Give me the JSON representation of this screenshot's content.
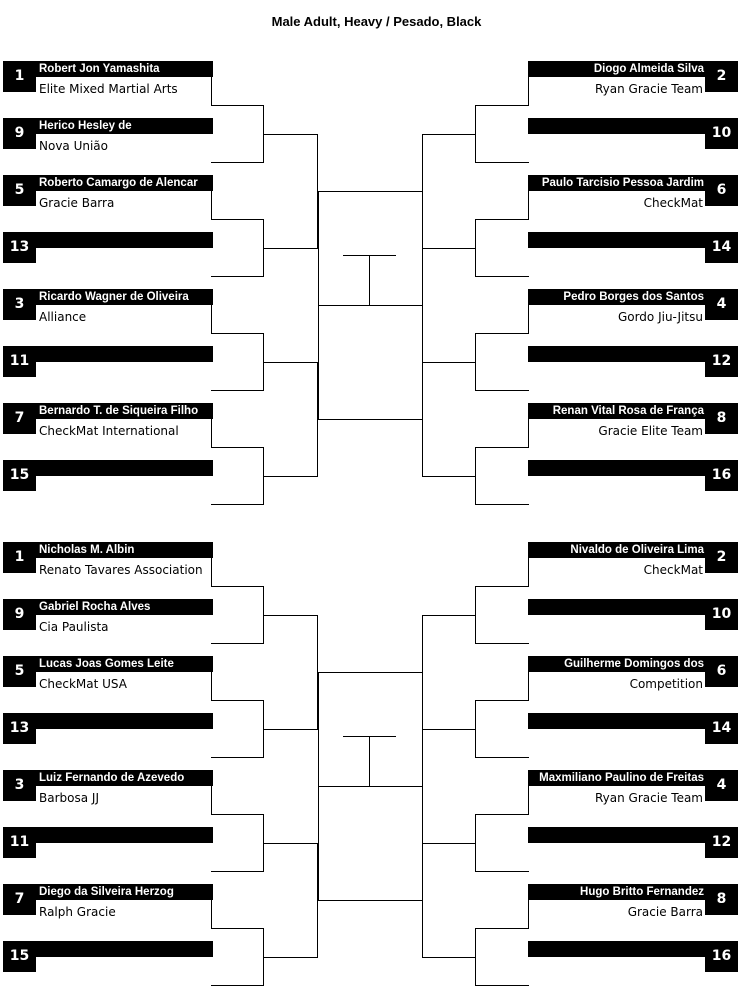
{
  "title": "Male Adult, Heavy / Pesado, Black",
  "brackets": [
    {
      "left": [
        {
          "seed": "1",
          "name": "Robert Jon Yamashita",
          "team": "Elite Mixed Martial Arts"
        },
        {
          "seed": "9",
          "name": "Herico Hesley de",
          "team": "Nova União"
        },
        {
          "seed": "5",
          "name": "Roberto Camargo de Alencar",
          "team": "Gracie Barra"
        },
        {
          "seed": "13",
          "name": "",
          "team": ""
        },
        {
          "seed": "3",
          "name": "Ricardo Wagner de Oliveira",
          "team": "Alliance"
        },
        {
          "seed": "11",
          "name": "",
          "team": ""
        },
        {
          "seed": "7",
          "name": "Bernardo T. de Siqueira Filho",
          "team": "CheckMat International"
        },
        {
          "seed": "15",
          "name": "",
          "team": ""
        }
      ],
      "right": [
        {
          "seed": "2",
          "name": "Diogo Almeida Silva",
          "team": "Ryan Gracie Team"
        },
        {
          "seed": "10",
          "name": "",
          "team": ""
        },
        {
          "seed": "6",
          "name": "Paulo Tarcisio  Pessoa Jardim",
          "team": "CheckMat"
        },
        {
          "seed": "14",
          "name": "",
          "team": ""
        },
        {
          "seed": "4",
          "name": "Pedro Borges dos Santos",
          "team": "Gordo Jiu-Jitsu"
        },
        {
          "seed": "12",
          "name": "",
          "team": ""
        },
        {
          "seed": "8",
          "name": "Renan Vital Rosa de França",
          "team": "Gracie Elite Team"
        },
        {
          "seed": "16",
          "name": "",
          "team": ""
        }
      ]
    },
    {
      "left": [
        {
          "seed": "1",
          "name": "Nicholas M. Albin",
          "team": "Renato Tavares Association"
        },
        {
          "seed": "9",
          "name": "Gabriel Rocha Alves",
          "team": "Cia Paulista"
        },
        {
          "seed": "5",
          "name": "Lucas Joas Gomes Leite",
          "team": "CheckMat USA"
        },
        {
          "seed": "13",
          "name": "",
          "team": ""
        },
        {
          "seed": "3",
          "name": "Luiz Fernando de Azevedo",
          "team": "Barbosa JJ"
        },
        {
          "seed": "11",
          "name": "",
          "team": ""
        },
        {
          "seed": "7",
          "name": "Diego da Silveira Herzog",
          "team": "Ralph Gracie"
        },
        {
          "seed": "15",
          "name": "",
          "team": ""
        }
      ],
      "right": [
        {
          "seed": "2",
          "name": "Nivaldo de Oliveira Lima",
          "team": "CheckMat"
        },
        {
          "seed": "10",
          "name": "",
          "team": ""
        },
        {
          "seed": "6",
          "name": "Guilherme Domingos dos",
          "team": "Competition"
        },
        {
          "seed": "14",
          "name": "",
          "team": ""
        },
        {
          "seed": "4",
          "name": "Maxmiliano Paulino de Freitas",
          "team": "Ryan Gracie Team"
        },
        {
          "seed": "12",
          "name": "",
          "team": ""
        },
        {
          "seed": "8",
          "name": "Hugo Britto Fernandez",
          "team": "Gracie Barra"
        },
        {
          "seed": "16",
          "name": "",
          "team": ""
        }
      ]
    }
  ]
}
